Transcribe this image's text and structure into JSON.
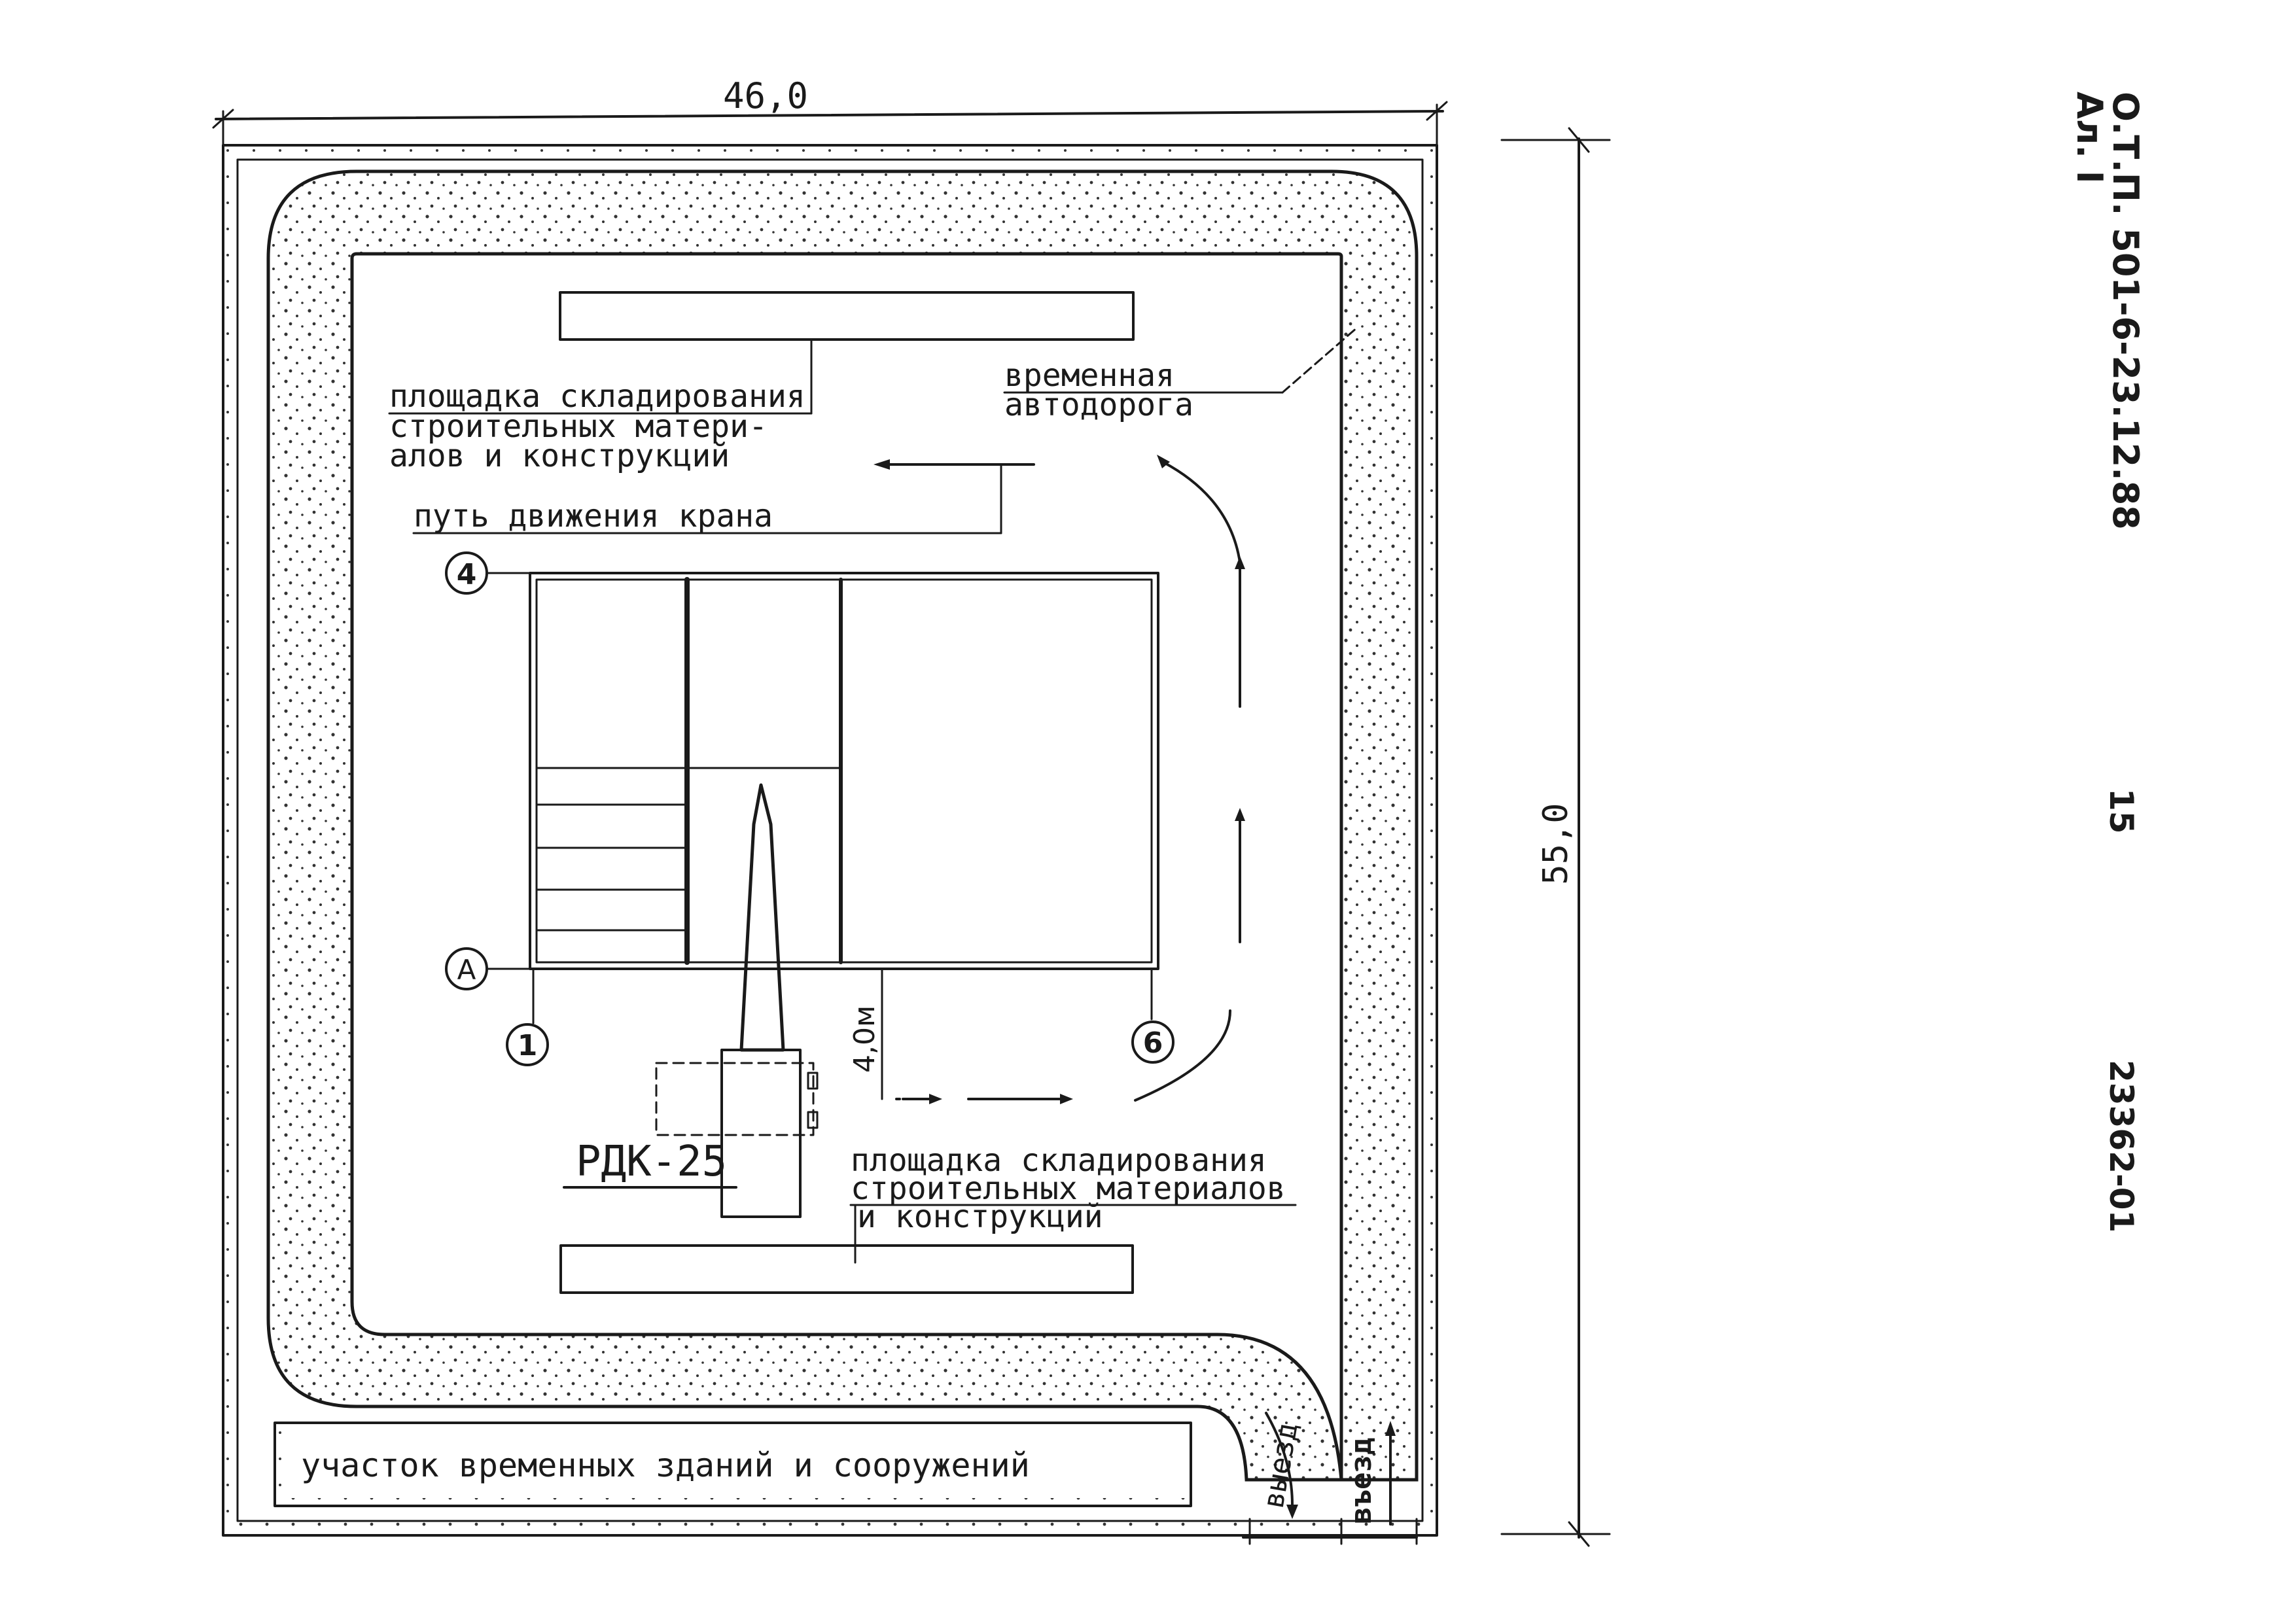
{
  "dimensions": {
    "width": "46,0",
    "height": "55,0",
    "crane_offset": "4,0м"
  },
  "labels": {
    "storage_top": [
      "площадка складирования",
      "строительных матери-",
      "алов и конструкций"
    ],
    "road": [
      "временная",
      "автодорога"
    ],
    "crane_path": "путь движения крана",
    "storage_bottom": [
      "площадка складирования",
      "строительных материалов",
      "и конструкций"
    ],
    "crane": "РДК-25",
    "temp_buildings": "участок временных зданий и сооружений",
    "exit": "выезд",
    "entry": "въезд"
  },
  "axes": {
    "row_top": "4",
    "row_bottom": "А",
    "col_left": "1",
    "col_right": "6"
  },
  "sidebar": {
    "doc_code": "О.Т.П. 501-6-23.12.88",
    "album": "Ал. I",
    "page": "15",
    "inventory": "23362-01"
  }
}
